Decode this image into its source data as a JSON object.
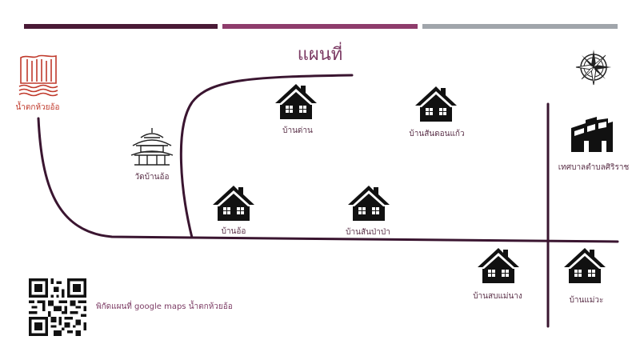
{
  "title": "แผนที่",
  "colors": {
    "bar1": "#4a1a36",
    "bar2": "#8e3c6c",
    "bar3": "#a0a5ab",
    "road": "#3a1530",
    "title": "#7b3a63",
    "waterfall": "#c0392b"
  },
  "places": {
    "waterfall": "น้ำตกห้วยอ้อ",
    "temple": "วัดบ้านอ้อ",
    "baan_dan": "บ้านด่าน",
    "baan_san_don_kaeo": "บ้านสันดอนแก้ว",
    "baan_o": "บ้านอ้อ",
    "baan_san_pa_pao": "บ้านสันป่าป่า",
    "baan_sop_mae_nang": "บ้านสบแม่นาง",
    "baan_mae_wa": "บ้านแม่วะ",
    "municipality": "เทศบาลตำบลศิริราช"
  },
  "qr_caption": "พิกัดแผนที่ google maps น้ำตกห้วยอ้อ",
  "icons": {
    "compass": "compass-icon",
    "waterfall": "waterfall-icon",
    "temple": "temple-icon",
    "house": "house-icon",
    "factory": "factory-icon",
    "qr": "qr-code-icon"
  }
}
